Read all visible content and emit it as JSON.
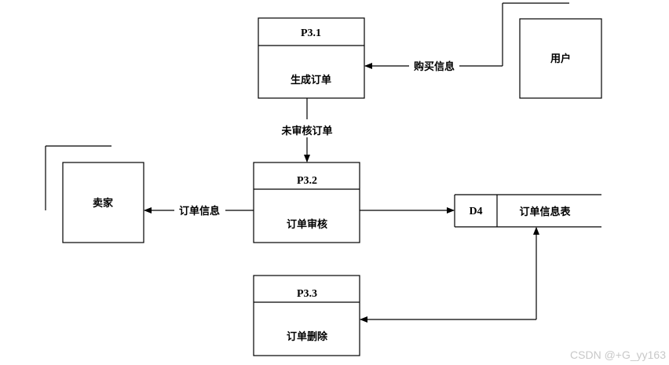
{
  "processes": {
    "p31": {
      "id": "P3.1",
      "name": "生成订单"
    },
    "p32": {
      "id": "P3.2",
      "name": "订单审核"
    },
    "p33": {
      "id": "P3.3",
      "name": "订单删除"
    }
  },
  "entities": {
    "user": "用户",
    "seller": "卖家"
  },
  "datastore": {
    "id": "D4",
    "name": "订单信息表"
  },
  "flows": {
    "purchase_info": "购买信息",
    "unreviewed_orders": "未审核订单",
    "order_info": "订单信息"
  },
  "watermark": "CSDN @+G_yy163"
}
